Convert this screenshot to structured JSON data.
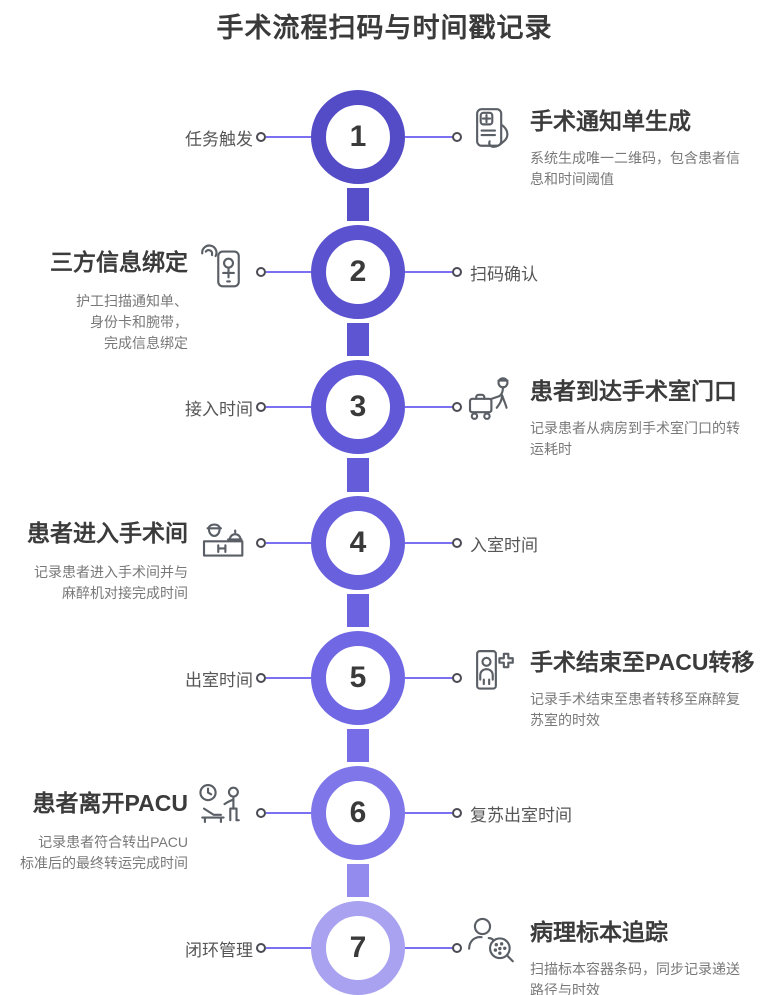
{
  "title": "手术流程扫码与时间戳记录",
  "colors": {
    "connector_line": "#7b6ff2",
    "endpoint_border": "#4b4b55",
    "heading_text": "#3b3b3b",
    "desc_text": "#787878",
    "label_text": "#565656",
    "icon_stroke": "#5a5f66"
  },
  "connector_colors": [
    "#574ec9",
    "#5e55d3",
    "#655cda",
    "#6c63e1",
    "#776ee7",
    "#938bee"
  ],
  "steps": [
    {
      "number": "1",
      "circle_color": "#544bc6",
      "left_label": "任务触发",
      "card": {
        "icon": "surgery-notice-icon",
        "title": "手术通知单生成",
        "desc": "系统生成唯一二维码，包含患者信\n息和时间阈值"
      }
    },
    {
      "number": "2",
      "circle_color": "#5b52cf",
      "right_label": "扫码确认",
      "card": {
        "icon": "identity-binding-icon",
        "title": "三方信息绑定",
        "desc": "护工扫描通知单、\n身份卡和腕带，\n完成信息绑定"
      }
    },
    {
      "number": "3",
      "circle_color": "#6158d8",
      "left_label": "接入时间",
      "card": {
        "icon": "patient-transport-icon",
        "title": "患者到达手术室门口",
        "desc": "记录患者从病房到手术室门口的转\n运耗时"
      }
    },
    {
      "number": "4",
      "circle_color": "#6960de",
      "right_label": "入室时间",
      "card": {
        "icon": "operating-room-icon",
        "title": "患者进入手术间",
        "desc": "记录患者进入手术间并与\n麻醉机对接完成时间"
      }
    },
    {
      "number": "5",
      "circle_color": "#7067e4",
      "left_label": "出室时间",
      "card": {
        "icon": "pacu-transfer-icon",
        "title": "手术结束至PACU转移",
        "desc": "记录手术结束至患者转移至麻醉复\n苏室的时效"
      }
    },
    {
      "number": "6",
      "circle_color": "#7f77e9",
      "right_label": "复苏出室时间",
      "card": {
        "icon": "pacu-discharge-icon",
        "title": "患者离开PACU",
        "desc": "记录患者符合转出PACU\n标准后的最终转运完成时间"
      }
    },
    {
      "number": "7",
      "circle_color": "#a8a2f1",
      "left_label": "闭环管理",
      "card": {
        "icon": "specimen-tracking-icon",
        "title": "病理标本追踪",
        "desc": "扫描标本容器条码，同步记录递送\n路径与时效"
      }
    }
  ]
}
